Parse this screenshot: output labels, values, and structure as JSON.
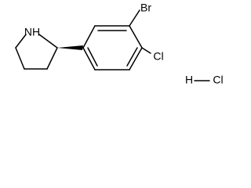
{
  "molecule": {
    "atoms": {
      "nitrogen": "NH",
      "bromine": "Br",
      "chlorine_ring": "Cl",
      "hydrogen_salt": "H",
      "chlorine_salt": "Cl"
    },
    "stereo": "wedge"
  }
}
